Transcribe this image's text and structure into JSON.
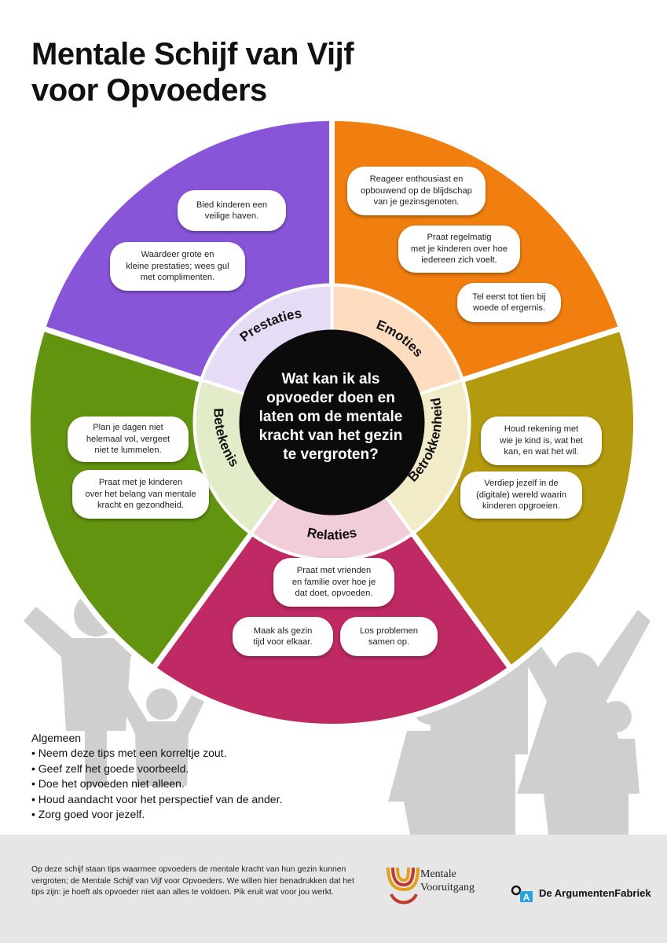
{
  "title": {
    "line1": "Mentale Schijf van Vijf",
    "line2": "voor Opvoeders"
  },
  "colors": {
    "prestaties": "#8855d8",
    "emoties": "#f07f10",
    "betrokkenheid": "#b49a0e",
    "relaties": "#c02a64",
    "betekenis": "#63940f",
    "center": "#000000",
    "figures": "#cccccc",
    "footer": "#e6e6e6"
  },
  "center_question": "Wat kan ik als\nopvoeder doen en\nlaten om de mentale\nkracht van het gezin\nte vergroten?",
  "segments": {
    "prestaties": {
      "label": "Prestaties",
      "tips": [
        "Bied kinderen een\nveilige haven.",
        "Waardeer grote en\nkleine prestaties; wees gul\nmet complimenten."
      ]
    },
    "emoties": {
      "label": "Emoties",
      "tips": [
        "Reageer enthousiast en\nopbouwend op de blijdschap\nvan je gezinsgenoten.",
        "Praat regelmatig\nmet je kinderen over hoe\niedereen zich voelt.",
        "Tel eerst tot tien bij\nwoede of ergernis."
      ]
    },
    "betrokkenheid": {
      "label": "Betrokkenheid",
      "tips": [
        "Houd rekening met\nwie je kind is, wat het\nkan, en wat het wil.",
        "Verdiep jezelf in de\n(digitale) wereld waarin\nkinderen opgroeien."
      ]
    },
    "relaties": {
      "label": "Relaties",
      "tips": [
        "Praat met vrienden\nen familie over hoe je\ndat doet, opvoeden.",
        "Maak als gezin\ntijd voor elkaar.",
        "Los problemen\nsamen op."
      ]
    },
    "betekenis": {
      "label": "Betekenis",
      "tips": [
        "Plan je dagen niet\nhelemaal vol, vergeet\nniet te lummelen.",
        "Praat met je kinderen\nover het belang van mentale\nkracht en gezondheid."
      ]
    }
  },
  "general": {
    "heading": "Algemeen",
    "items": [
      "Neem deze tips met een korreltje zout.",
      "Geef zelf het goede voorbeeld.",
      "Doe het opvoeden niet alleen.",
      "Houd aandacht voor het perspectief van de ander.",
      "Zorg goed voor jezelf."
    ]
  },
  "footer": {
    "text": "Op deze schijf staan tips waarmee opvoeders de mentale kracht van hun gezin kunnen vergroten; de Mentale Schijf van Vijf voor Opvoeders. We willen hier benadrukken dat het tips zijn: je hoeft als opvoeder niet aan alles te voldoen. Pik eruit wat voor jou werkt.",
    "logo_mentale": "Mentale\nVooruitgang",
    "logo_af_mark": "A",
    "logo_af": "De ArgumentenFabriek"
  }
}
